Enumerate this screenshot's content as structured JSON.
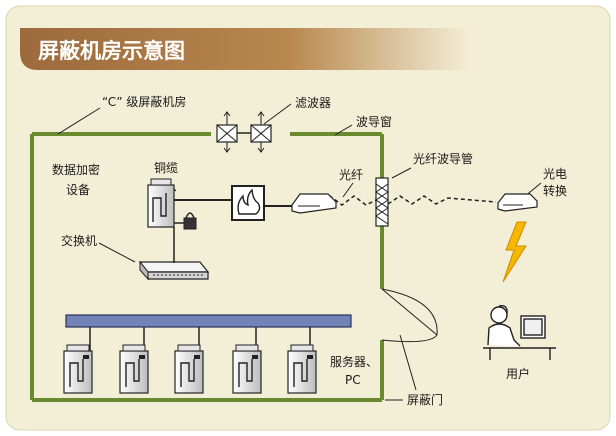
{
  "title": "屏蔽机房示意图",
  "labels": {
    "room": "“C” 级屏蔽机房",
    "filter": "滤波器",
    "waveguide_window": "波导窗",
    "encryption_line1": "数据加密",
    "encryption_line2": "设备",
    "cable": "铜缆",
    "fiber": "光纤",
    "fiber_waveguide": "光纤波导管",
    "converter_line1": "光电",
    "converter_line2": "转换",
    "switch": "交换机",
    "servers_line1": "服务器、",
    "servers_line2": "PC",
    "shield_door": "屏蔽门",
    "user": "用户"
  },
  "colors": {
    "background": "#f3eed6",
    "title_bar": "#a87545",
    "wall": "#6b8a2f",
    "bus": "#7283b8"
  }
}
